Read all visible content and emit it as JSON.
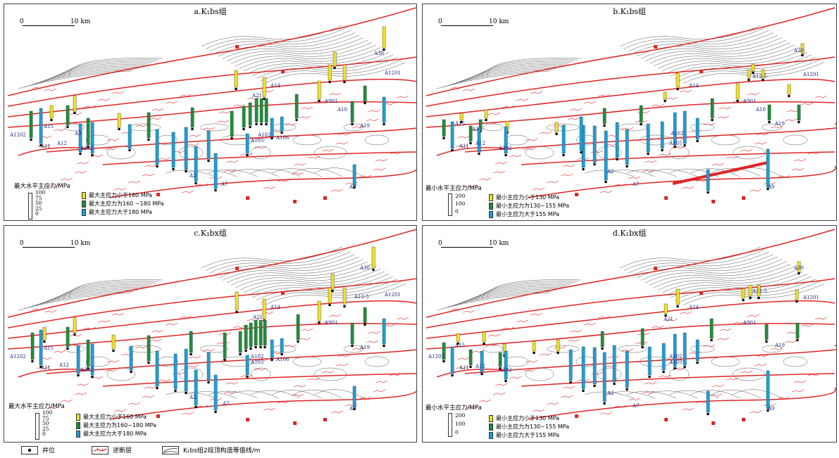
{
  "scale_label_zero": "0",
  "scale_label_ten": "10 km",
  "panels": [
    {
      "title": "a.K₁bs组",
      "legend_title": "最大水平主应力/MPa",
      "legend_ticks": [
        "100",
        "75",
        "50",
        "25",
        "0"
      ],
      "legend_items": [
        {
          "label": "最大主应力小于160 MPa",
          "color": "#f4e11c"
        },
        {
          "label": "最大主应力为160 ~180 MPa",
          "color": "#1e8f3a"
        },
        {
          "label": "最大主应力大于180 MPa",
          "color": "#1c9fd8"
        }
      ],
      "wells": [
        "A30",
        "A1201",
        "A14",
        "A21",
        "A901",
        "A10",
        "A102",
        "A105",
        "A106",
        "A19",
        "A302",
        "A7",
        "A2",
        "A9",
        "A11",
        "A12",
        "A1202",
        "A15",
        "A3"
      ]
    },
    {
      "title": "b.K₁bs组",
      "legend_title": "最小水平主应力/MPa",
      "legend_ticks": [
        "200",
        "100",
        "0"
      ],
      "legend_items": [
        {
          "label": "最小主应力小于130 MPa",
          "color": "#f4e11c"
        },
        {
          "label": "最小主应力为130~155 MPa",
          "color": "#1e8f3a"
        },
        {
          "label": "最小主应力大于155 MPa",
          "color": "#1c9fd8"
        }
      ],
      "wells": [
        "A30",
        "A1201",
        "A14",
        "A12-5",
        "A901",
        "A10",
        "A102",
        "A105",
        "A19",
        "A302",
        "A2",
        "A7",
        "A9",
        "A11",
        "A12",
        "A15",
        "A3"
      ]
    },
    {
      "title": "c.K₁bx组",
      "legend_title": "最大水平主应力/MPa",
      "legend_ticks": [
        "100",
        "75",
        "50",
        "25",
        "0"
      ],
      "legend_items": [
        {
          "label": "最大主应力小于160 MPa",
          "color": "#f4e11c"
        },
        {
          "label": "最大主应力为160~180 MPa",
          "color": "#1e8f3a"
        },
        {
          "label": "最大主应力大于180 MPa",
          "color": "#1c9fd8"
        }
      ],
      "wells": [
        "A30",
        "A1201",
        "A14",
        "A12-5",
        "A21",
        "A901",
        "A102",
        "A105",
        "A106",
        "A19",
        "A302",
        "A7",
        "A2",
        "A9",
        "A11",
        "A12",
        "A1202",
        "A15"
      ]
    },
    {
      "title": "d.K₁bx组",
      "legend_title": "最小水平主应力/MPa",
      "legend_ticks": [
        "200",
        "100",
        "0"
      ],
      "legend_items": [
        {
          "label": "最小主应力小于130 MPa",
          "color": "#f4e11c"
        },
        {
          "label": "最小主应力为130~155 MPa",
          "color": "#1e8f3a"
        },
        {
          "label": "最小主应力大于155 MPa",
          "color": "#1c9fd8"
        }
      ],
      "wells": [
        "A30",
        "A1201",
        "A14",
        "A12-5",
        "A21",
        "A901",
        "A102",
        "A105",
        "A19",
        "A302",
        "A2",
        "A7",
        "A9",
        "A11",
        "A12",
        "A1202",
        "A15"
      ]
    }
  ],
  "bottom_legend": {
    "well": "井位",
    "fault": "逆断层",
    "contour": "K₁bs组2段顶构造等值线/m"
  }
}
